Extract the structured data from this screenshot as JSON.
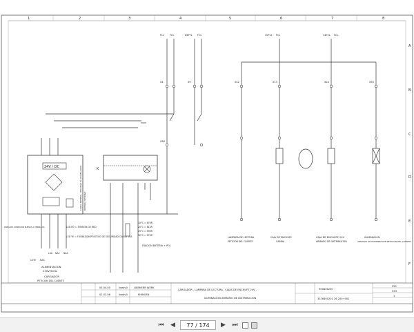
{
  "grid": {
    "columns": [
      "1",
      "2",
      "3",
      "4",
      "5",
      "6",
      "7",
      "8"
    ],
    "rows": [
      "A",
      "B",
      "C",
      "D",
      "E",
      "F"
    ]
  },
  "feeds": [
    "FLL",
    "FCL",
    "DEFFL",
    "FCL",
    "30F2L",
    "FCL",
    "34F2L",
    "FCL"
  ],
  "charger": {
    "module_label": "24V / DC",
    "note_charge": "CARGA NOMINAL / POR BAJO EL ACUMULADOR",
    "note_battery": "BATERIA / RESERVA",
    "side_label": "ZONA DE CONEXION PUESTA A TIERRA 16",
    "led_notes": [
      "LED R0 = TENSION DE RED",
      "LED YE = FUSIBLE/DISPOSITIVO DE SEGURIDAD CARGA 10A"
    ],
    "bottom_labels": [
      "LOTE",
      "NAS",
      "L0A",
      "NA2",
      "NAS"
    ],
    "power_label": "ALIMENTACION",
    "power_value": "230V/50Hz",
    "title": "CARGADOR",
    "subtitle": "PETICION DEL CLIENTE"
  },
  "relay": {
    "code": "K",
    "thresholds": [
      "10°C = 670R",
      "20°C = 614R",
      "25°C = 590R",
      "30°C = 570R"
    ],
    "fixing_label": "FIJACION BATERIA + POL"
  },
  "outputs": [
    {
      "title": "LAMPARA DE LECTURA",
      "note": "PETICION DEL CLIENTE"
    },
    {
      "title": "CAJA DE ENCHUFE",
      "note": "CABINA"
    },
    {
      "title": "CAJA DE ENCHUFE 24V",
      "note": "ARMARIO DE DISTRIBUCION"
    },
    {
      "title": "ILUMINACION",
      "note": "ARMARIO DE DISTRIBUCION PETICION DEL CLIENTE"
    }
  ],
  "wire_tags": [
    "X4",
    "X9",
    "X42",
    "X13",
    "X24",
    "X50",
    "X56"
  ],
  "title_block": {
    "date_1": "05.04.05",
    "date_2": "02.02.06",
    "user_1": "liwatv0",
    "user_2": "liwatv0",
    "company_1": "LIEBHERR WERK",
    "company_2": "EHINGEN",
    "heading_1": "CARGADOR , LAMPARA DE LECTURA , CAJAS DE ENCHUFE 24V ,",
    "heading_2": "ILUMINACION ARMARIO DE DISTRIBUCION",
    "doc_number": "900826200",
    "drawing_number": "3376400201 26 200+002",
    "sheet_a": "522",
    "sheet_b": "523",
    "sheet_c": "1"
  },
  "viewer": {
    "page_value": "77 / 174"
  }
}
